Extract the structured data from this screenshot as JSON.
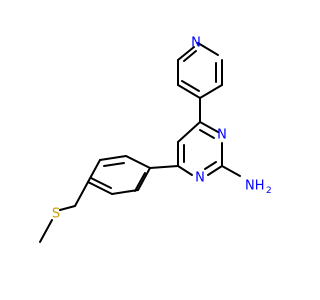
{
  "atoms": {
    "pyridine_nitrogen": "N",
    "pyrimidine_nitrogen_upper": "N",
    "pyrimidine_nitrogen_lower": "N",
    "amine": "NH",
    "amine_subscript": "2",
    "thioether_sulfur": "S"
  },
  "colors": {
    "bond": "#000000",
    "nitrogen": "#0000ff",
    "sulfur": "#c8a000"
  }
}
